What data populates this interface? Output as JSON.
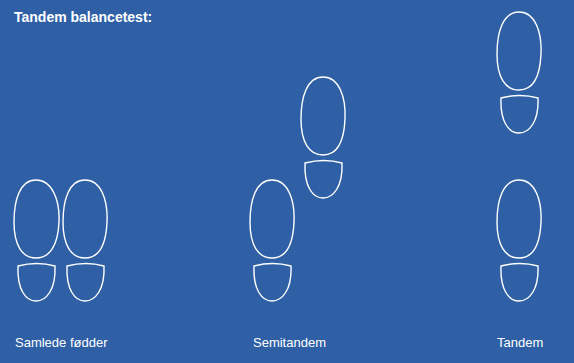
{
  "diagram": {
    "title": "Tandem balancetest:",
    "labels": [
      "Samlede fødder",
      "Semitandem",
      "Tandem"
    ]
  }
}
